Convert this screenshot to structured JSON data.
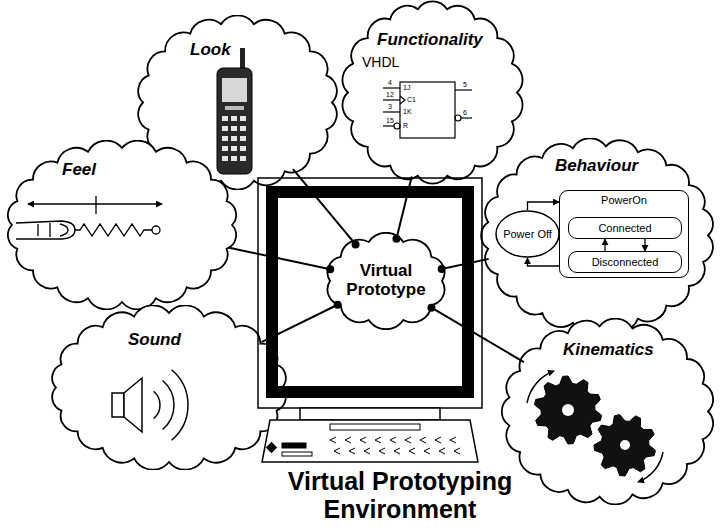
{
  "diagram": {
    "caption": "Virtual Prototyping Environment",
    "nodes": [
      {
        "text": [
          "Look"
        ]
      },
      {
        "text": [
          "Functionality",
          "VHDL"
        ]
      },
      {
        "text": [
          "Feel"
        ]
      },
      {
        "text": [
          "Behaviour"
        ]
      },
      {
        "text": [
          "Power Off"
        ],
        "in": 3
      },
      {
        "text": [
          "PowerOn"
        ],
        "in": 3
      },
      {
        "text": [
          "Connected"
        ],
        "in": 5
      },
      {
        "text": [
          "Disconnected"
        ],
        "in": 5
      },
      {
        "text": [
          "Virtual Prototype"
        ]
      },
      {
        "text": [
          "Sound"
        ]
      },
      {
        "text": [
          "Kinematics"
        ]
      }
    ],
    "edges": [
      {
        "from": 8,
        "to": 0,
        "arrow": "none"
      },
      {
        "from": 8,
        "to": 1,
        "arrow": "none"
      },
      {
        "from": 8,
        "to": 2,
        "arrow": "none"
      },
      {
        "from": 8,
        "to": 3,
        "arrow": "none"
      },
      {
        "from": 8,
        "to": 9,
        "arrow": "none"
      },
      {
        "from": 8,
        "to": 10,
        "arrow": "none"
      },
      {
        "from": 4,
        "to": 5,
        "arrow": "to"
      },
      {
        "from": 5,
        "to": 4,
        "arrow": "to"
      },
      {
        "from": 6,
        "to": 7,
        "arrow": "to"
      },
      {
        "from": 7,
        "to": 6,
        "arrow": "to"
      }
    ],
    "labels": [
      "4",
      "1J",
      "12",
      "C1",
      "3",
      "1K",
      "15",
      "R",
      "5",
      "6"
    ]
  }
}
